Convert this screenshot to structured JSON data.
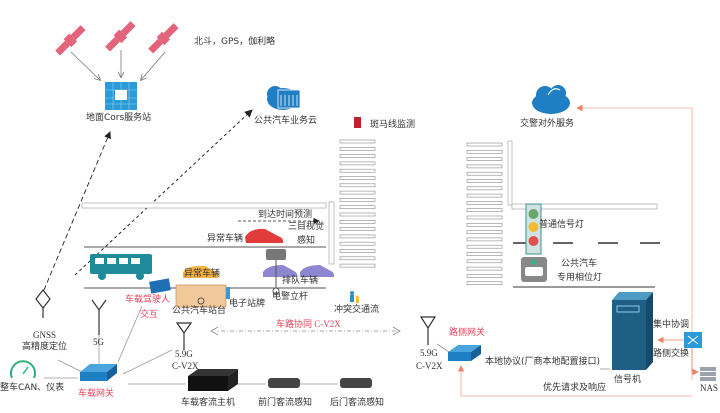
{
  "satellites": {
    "label": "北斗，GPS，伽利略"
  },
  "cors": {
    "label": "地面Cors服务站"
  },
  "bus_cloud": {
    "label": "公共汽车业务云"
  },
  "zebra_monitor": {
    "label": "斑马线监测"
  },
  "police_cloud": {
    "label": "交警对外服务"
  },
  "road": {
    "arrival_prediction": "到达时间预测",
    "abnormal_vehicle_top": "异常车辆",
    "trinocular": "三目视觉",
    "perception": "感知",
    "abnormal_vehicle_bottom": "异常车辆",
    "queue_vehicle": "排队车辆",
    "bus_stop": "公共汽车站台",
    "e_sign": "电子站牌",
    "police_pole": "电警立杆",
    "conflict_flow": "冲突交通流",
    "driver_line1": "车载驾驶人",
    "driver_line2": "交互"
  },
  "signals": {
    "normal_light": "普通信号灯",
    "bus_light_line1": "公共汽车",
    "bus_light_line2": "专用相位灯",
    "colors": {
      "green": "#6aa56a",
      "yellow": "#f2bd2f",
      "red": "#e05050",
      "pole": "#3f8f8f"
    }
  },
  "vehicle": {
    "gnss_line1": "GNSS",
    "gnss_line2": "高精度定位",
    "fiveg": "5G",
    "v2x_freq": "5.9G",
    "v2x_name": "C-V2X",
    "can": "整车CAN、仪表",
    "gateway": "车载网关",
    "flow_host": "车载客流主机",
    "front_door": "前门客流感知",
    "rear_door": "后门客流感知"
  },
  "v2x_link": {
    "label": "车路协同 C-V2X"
  },
  "roadside": {
    "v2x_freq": "5.9G",
    "v2x_name": "C-V2X",
    "gateway": "路侧网关",
    "local_protocol": "本地协议(厂商本地配置接口)",
    "signal_machine": "信号机",
    "central_coord": "集中协调",
    "roadside_switch": "路侧交换",
    "nas": "NAS",
    "priority": "优先请求及响应"
  },
  "palette": {
    "accent_blue": "#1e7fc4",
    "label_red": "#e8425a",
    "link_orange": "#f08060",
    "satellite": "#e2637a"
  }
}
